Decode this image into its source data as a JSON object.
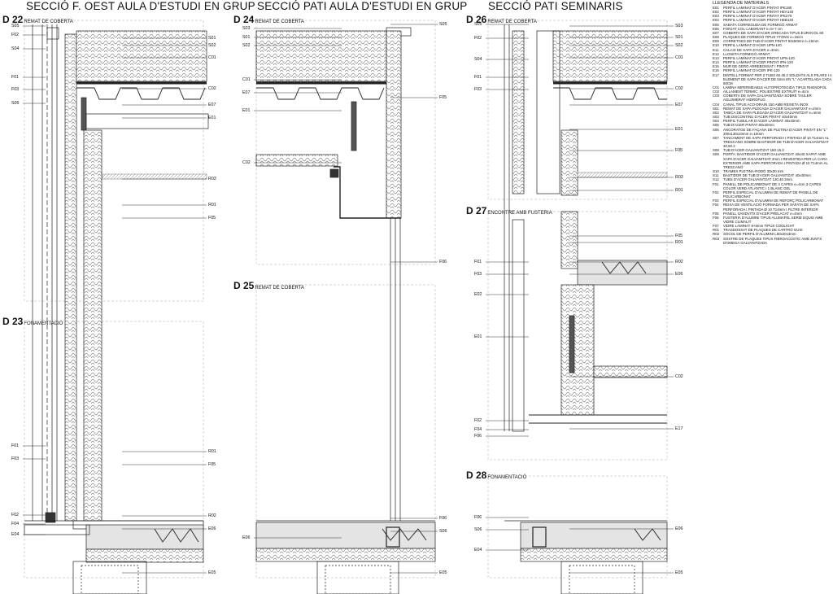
{
  "titles": {
    "left": "SECCIÓ F. OEST AULA D'ESTUDI EN GRUP",
    "middle": "SECCIÓ PATI AULA D'ESTUDI EN GRUP",
    "right": "SECCIÓ PATI SEMINARIS"
  },
  "details": {
    "d22": {
      "num": "D 22",
      "title": "REMAT DE COBERTA"
    },
    "d23": {
      "num": "D 23",
      "title": "FONAMENTACIÓ"
    },
    "d24": {
      "num": "D 24",
      "title": "REMAT DE COBERTA"
    },
    "d25": {
      "num": "D 25",
      "title": "REMAT DE COBERTA"
    },
    "d26": {
      "num": "D 26",
      "title": "REMAT DE COBERTA"
    },
    "d27": {
      "num": "D 27",
      "title": "ENCONTRE AMB FUSTERIA"
    },
    "d28": {
      "num": "D 28",
      "title": "FONAMENTACIÓ"
    }
  },
  "labels": {
    "c1_left": [
      "S05",
      "F02",
      "S04",
      "F01",
      "F03",
      "S06",
      "F01",
      "F03",
      "F02",
      "F04",
      "E04"
    ],
    "c1_right": [
      "S01",
      "S02",
      "C01",
      "C02",
      "E07",
      "E01",
      "R03",
      "R01",
      "F05",
      "R01",
      "F05",
      "R02",
      "E06",
      "E05"
    ],
    "c2_left": [
      "S03",
      "S01",
      "S02",
      "C01",
      "E07",
      "E01",
      "C02",
      "E06"
    ],
    "c2_right": [
      "S05",
      "F05",
      "F06",
      "F06",
      "S06",
      "E05"
    ],
    "c3_left": [
      "S05",
      "F02",
      "S04",
      "F01",
      "F03",
      "F01",
      "F03",
      "E02",
      "E01",
      "F02",
      "F04",
      "F06",
      "F06",
      "S06",
      "E04"
    ],
    "c3_right": [
      "S03",
      "S01",
      "S02",
      "C01",
      "C02",
      "E07",
      "E01",
      "F05",
      "R03",
      "R01",
      "F05",
      "R01",
      "R02",
      "E06",
      "C02",
      "E17",
      "E06",
      "E05"
    ]
  },
  "legend": {
    "heading": "LLEGENDA DE MATERIALS",
    "items": [
      {
        "code": "E01",
        "text": "PERFIL LAMINAT D'ACER PINTAT IPE180"
      },
      {
        "code": "E02",
        "text": "PERFIL LAMINAT D'ACER PINTAT HEA140"
      },
      {
        "code": "E03",
        "text": "PERFIL LAMINAT D'ACER PINTAT IPE270"
      },
      {
        "code": "E04",
        "text": "PERFIL LAMINAT D'ACER PINTAT HEB140"
      },
      {
        "code": "E05",
        "text": "SABATA CORREGUDA DE FORMIGÓ ARMAT"
      },
      {
        "code": "E06",
        "text": "FORJAT COL·LABORANT e=5+7 cm"
      },
      {
        "code": "E07",
        "text": "COBERTA DE XAPA D'ACER GRECADA TIPUS EUROCOL 60"
      },
      {
        "code": "E08",
        "text": "PLAQUES DE FORMIGÓ TIPUS YTONG e=15cm"
      },
      {
        "code": "E09",
        "text": "CORREТGES DE TUB D'ACER PINTAT 50x50mm e=10mm"
      },
      {
        "code": "E10",
        "text": "PERFIL LAMINAT D'ACER UPN-140"
      },
      {
        "code": "E11",
        "text": "CALAIX DE XAPA D'ACER e=3mm"
      },
      {
        "code": "E12",
        "text": "LLOSETA FORMIGÓ ARMAT"
      },
      {
        "code": "E13",
        "text": "PERFIL LAMINAT D'ACER PINTAT UPN-120"
      },
      {
        "code": "E14",
        "text": "PERFIL LAMINAT D'ACER PINTAT IPN-120"
      },
      {
        "code": "E15",
        "text": "MUR DE GERO ARREBOSSAT I PINTAT"
      },
      {
        "code": "E16",
        "text": "PERFIL LAMINAT D'ACER IPE-120"
      },
      {
        "code": "E17",
        "text": "DINTELL FORMAT PER 2 TUBS 60.40.2 SOLDATS ALS PILARS I A ELEMENT DE XAPA D'ACER DE 5mm EN \"L\" ACARTELADA CADA 60CM"
      },
      {
        "code": "C01",
        "text": "LÀMINA IMPERMEABLE AUTOPROTEGIDA TIPUS RHENOFOL"
      },
      {
        "code": "C02",
        "text": "AILLAMENT TÈRMIC: POLIESTIRÈ EXTRUÏT e=4cm"
      },
      {
        "code": "C03",
        "text": "COBERTA DE XAPA GALVANITZADA SOBRE TAULER AGLOMERAT HIDRÒFUG"
      },
      {
        "code": "C04",
        "text": "CANAL TIPUS ACO-DRAIN 150 AMB REIXETA INOX"
      },
      {
        "code": "S01",
        "text": "REMAT DE XAPA PLEGADA D'ACER GALVANITZAT e=2mm"
      },
      {
        "code": "S02",
        "text": "TABICA DE XAPA PLEGADA D'ACER GALVANITZAT e=4mm"
      },
      {
        "code": "S03",
        "text": "TUB DISCONTINU D'ACER PINTAT 40x40mm"
      },
      {
        "code": "S04",
        "text": "PERFIL TUBULAR D'ACER LAMINAT 40x40mm"
      },
      {
        "code": "S05",
        "text": "TUB D'ACER PINTAT 80x40mm"
      },
      {
        "code": "S06",
        "text": "ANCORATGE DE FAÇANA DE PLETINA D'ACER PINTAT EN \"L\" 300x130x10mm e=10mm"
      },
      {
        "code": "S07",
        "text": "TANCAMENT DE XAPA PERFORADA I PINTADA Ø 10 T14mm AL TRESCANO SOBRE BASTIDOR DE TUB D'ACER GALVANITZAT 30.50.2"
      },
      {
        "code": "S08",
        "text": "TUB D'ACER GALVANITZAT 180.15.3"
      },
      {
        "code": "S09",
        "text": "PORTA: BASTIDOR D'ACER GALVANITZAT 40x40 XAPAT AMB XAPA D'ACER GALVANITZAT 2mm I REVESTIDA PER LA CARA EXTERIOR AMB XAPA PERFORADA I PINTADA Ø 10 T14mm AL TRESCANÓ"
      },
      {
        "code": "S10",
        "text": "TRAMEX PLETINA-RODÓ 30x30 mm"
      },
      {
        "code": "S11",
        "text": "BASTIDOR DE TUB D'ACER GALVANITZAT 40x40mm"
      },
      {
        "code": "S12",
        "text": "TUBS D'ACER GALVANITZAT 120.40.3mm"
      },
      {
        "code": "F01",
        "text": "PANELL DE POLICARBONAT DE 4 CAPES e=4cm 3 CAPES COLOR VERD ATLÀNTIC I 1 BLANC GEL"
      },
      {
        "code": "F02",
        "text": "PERFIL ESPECIAL D'ALUMINI DE REMAT DE PANELL DE POLICARBONAT"
      },
      {
        "code": "F03",
        "text": "PERFIL ESPECIAL D'ALUMINI DE REFORÇ POLICARBONAT"
      },
      {
        "code": "F04",
        "text": "REIXA DE VENTILACIÓ FORMADA PER SAFATA DE XAPA PERFORADA I PINTADA Ø 10 T14mm I FILTRE INTERIOR"
      },
      {
        "code": "F05",
        "text": "PANELL SANDVITX D'ACER PRELACAT e=4mm"
      },
      {
        "code": "F06",
        "text": "FUSTERIA D'ALUMINI TIPUS ALUMAFEL SERIE EQUIS AMB VIDRE CLIMALIT"
      },
      {
        "code": "F07",
        "text": "VIDRE LAMINAT 8+6mm TIPUS COOLIGHT"
      },
      {
        "code": "R01",
        "text": "TRASDOSSAT DE PLAQUES DE CARTRÓ GUIX"
      },
      {
        "code": "R02",
        "text": "SÒCOL DE PERFIL D'ALUMINI L50x20x3mm"
      },
      {
        "code": "R03",
        "text": "SOSTRE DE PLAQUES TIPUS FIBROACÚSTIC AMB JUNTS D'OMEGA GALVANITZADA"
      }
    ]
  }
}
